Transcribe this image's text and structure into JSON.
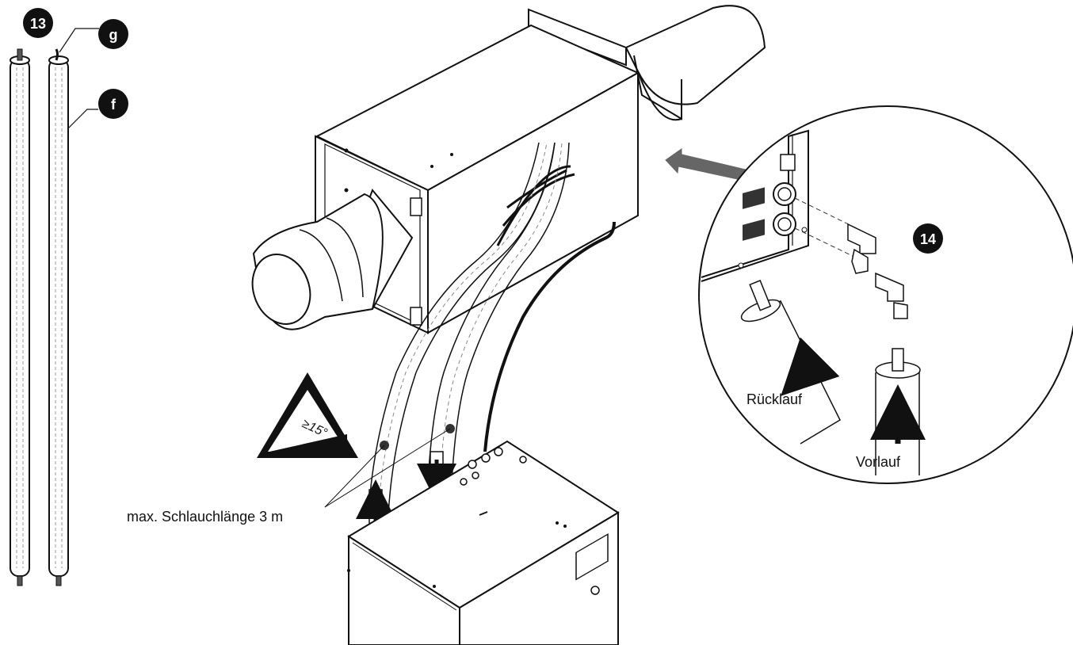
{
  "badges": {
    "step13": "13",
    "step14": "14",
    "part_g": "g",
    "part_f": "f"
  },
  "labels": {
    "hose_length": "max. Schlauchlänge 3 m",
    "return": "Rücklauf",
    "supply": "Vorlauf",
    "slope": "≥15°"
  },
  "colors": {
    "line": "#111111",
    "badge": "#111111",
    "arrow_grey": "#666666",
    "dashed": "#888888"
  }
}
